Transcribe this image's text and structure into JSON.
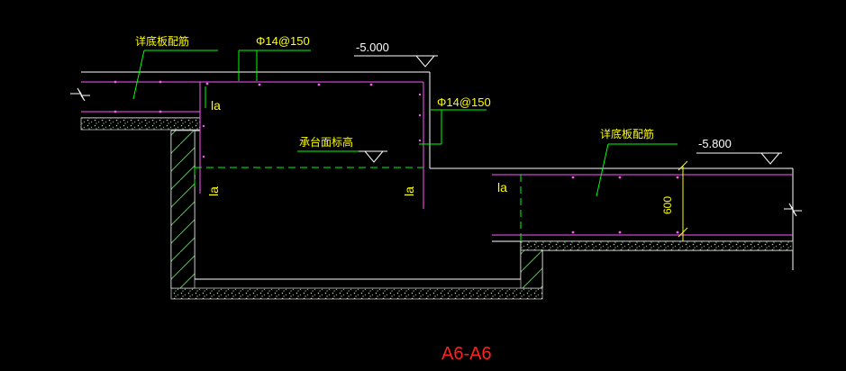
{
  "labels": {
    "bottom_slab_rebar_left": "详底板配筋",
    "bottom_slab_rebar_right": "详底板配筋",
    "rebar_top": "Φ14@150",
    "rebar_mid": "Φ14@150",
    "cap_top_elev": "承台面标高",
    "elev_upper": "-5.000",
    "elev_lower": "-5.800",
    "la_1": "la",
    "la_2": "la",
    "la_3": "la",
    "la_4": "la",
    "dim_600": "600",
    "section_title": "A6-A6"
  },
  "colors": {
    "background": "#000000",
    "outline": "#ffffff",
    "rebar": "#ff55ff",
    "text": "#ffff00",
    "leader": "#00ff00",
    "dashed": "#00ff00",
    "hatch": "#00ff00",
    "title": "#ff2020"
  }
}
